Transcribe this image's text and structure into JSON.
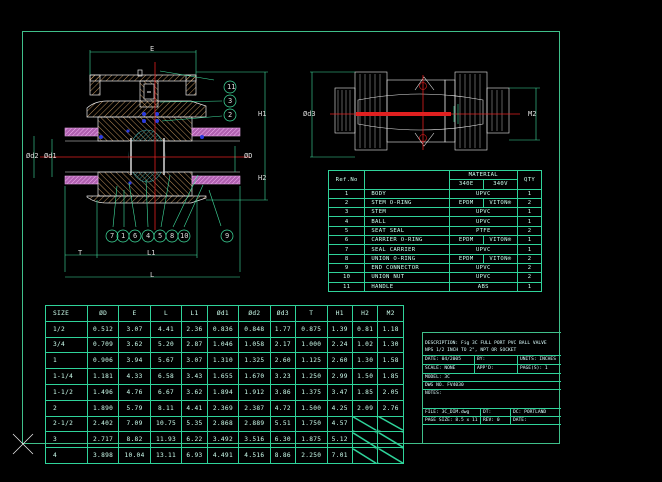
{
  "drawing": {
    "views": {
      "section_view": {
        "dimension_labels": [
          "E",
          "H1",
          "H2",
          "ØD",
          "Ød1",
          "Ød2",
          "T",
          "L1",
          "L"
        ],
        "balloons": [
          "11",
          "3",
          "2",
          "7",
          "1",
          "6",
          "4",
          "5",
          "8",
          "10",
          "9"
        ]
      },
      "top_view": {
        "dimension_labels": [
          "Ød3",
          "M2"
        ]
      }
    },
    "labels": {
      "E": "E",
      "H1": "H1",
      "H2": "H2",
      "D": "ØD",
      "d1": "Ød1",
      "d2": "Ød2",
      "d3": "Ød3",
      "M2": "M2",
      "T": "T",
      "L1": "L1",
      "L": "L"
    },
    "colors": {
      "background": "#000000",
      "frame": "#3fbf8a",
      "table_lines": "#2fd39a",
      "outline": "#e8e8e8",
      "hatch": "#e8b070",
      "centerline": "#e02020",
      "oring": "#2020e0",
      "union": "#d080d0",
      "dimension": "#40e0a0"
    }
  },
  "dimension_table": {
    "headers": [
      "SIZE",
      "ØD",
      "E",
      "L",
      "L1",
      "Ød1",
      "Ød2",
      "Ød3",
      "T",
      "H1",
      "H2",
      "M2"
    ],
    "rows": [
      [
        "1/2",
        "0.512",
        "3.07",
        "4.41",
        "2.36",
        "0.836",
        "0.848",
        "1.77",
        "0.875",
        "1.39",
        "0.81",
        "1.18"
      ],
      [
        "3/4",
        "0.709",
        "3.62",
        "5.20",
        "2.87",
        "1.046",
        "1.058",
        "2.17",
        "1.000",
        "2.24",
        "1.02",
        "1.30"
      ],
      [
        "1",
        "0.906",
        "3.94",
        "5.67",
        "3.07",
        "1.310",
        "1.325",
        "2.60",
        "1.125",
        "2.60",
        "1.30",
        "1.58"
      ],
      [
        "1-1/4",
        "1.181",
        "4.33",
        "6.58",
        "3.43",
        "1.655",
        "1.670",
        "3.23",
        "1.250",
        "2.99",
        "1.50",
        "1.85"
      ],
      [
        "1-1/2",
        "1.496",
        "4.76",
        "6.67",
        "3.62",
        "1.894",
        "1.912",
        "3.86",
        "1.375",
        "3.47",
        "1.85",
        "2.05"
      ],
      [
        "2",
        "1.890",
        "5.79",
        "8.11",
        "4.41",
        "2.369",
        "2.387",
        "4.72",
        "1.500",
        "4.25",
        "2.09",
        "2.76"
      ],
      [
        "2-1/2",
        "2.402",
        "7.09",
        "10.75",
        "5.35",
        "2.868",
        "2.889",
        "5.51",
        "1.750",
        "4.57",
        "",
        ""
      ],
      [
        "3",
        "2.717",
        "8.82",
        "11.93",
        "6.22",
        "3.492",
        "3.516",
        "6.30",
        "1.875",
        "5.12",
        "",
        ""
      ],
      [
        "4",
        "3.898",
        "10.04",
        "13.11",
        "6.93",
        "4.491",
        "4.516",
        "8.86",
        "2.250",
        "7.01",
        "",
        ""
      ]
    ]
  },
  "parts_table": {
    "headers": {
      "ref": "Ref.No",
      "material": "MATERIAL",
      "mat_a": "340E",
      "mat_b": "340V",
      "qty": "QTY"
    },
    "rows": [
      {
        "ref": "1",
        "desc": "BODY",
        "material": "UPVC",
        "mat_a": "",
        "mat_b": "",
        "qty": "1"
      },
      {
        "ref": "2",
        "desc": "STEM O-RING",
        "material": "",
        "mat_a": "EPDM",
        "mat_b": "VITON®",
        "qty": "2"
      },
      {
        "ref": "3",
        "desc": "STEM",
        "material": "UPVC",
        "mat_a": "",
        "mat_b": "",
        "qty": "1"
      },
      {
        "ref": "4",
        "desc": "BALL",
        "material": "UPVC",
        "mat_a": "",
        "mat_b": "",
        "qty": "1"
      },
      {
        "ref": "5",
        "desc": "SEAT SEAL",
        "material": "PTFE",
        "mat_a": "",
        "mat_b": "",
        "qty": "2"
      },
      {
        "ref": "6",
        "desc": "CARRIER O-RING",
        "material": "",
        "mat_a": "EPDM",
        "mat_b": "VITON®",
        "qty": "1"
      },
      {
        "ref": "7",
        "desc": "SEAL CARRIER",
        "material": "UPVC",
        "mat_a": "",
        "mat_b": "",
        "qty": "1"
      },
      {
        "ref": "8",
        "desc": "UNION O-RING",
        "material": "",
        "mat_a": "EPDM",
        "mat_b": "VITON®",
        "qty": "2"
      },
      {
        "ref": "9",
        "desc": "END CONNECTOR",
        "material": "UPVC",
        "mat_a": "",
        "mat_b": "",
        "qty": "2"
      },
      {
        "ref": "10",
        "desc": "UNION NUT",
        "material": "UPVC",
        "mat_a": "",
        "mat_b": "",
        "qty": "2"
      },
      {
        "ref": "11",
        "desc": "HANDLE",
        "material": "ABS",
        "mat_a": "",
        "mat_b": "",
        "qty": "1"
      }
    ]
  },
  "title_block": {
    "description_line1": "DESCRIPTION: Fig 3C FULL PORT PVC BALL VALVE",
    "description_line2": "NPS 1/2 INCH TO 2\", NPT OR SOCKET",
    "date": "DATE: 04/2005",
    "by": "BY:",
    "units": "UNITS: INCHES",
    "scale": "SCALE: NONE",
    "appd": "APP'D:",
    "pages": "PAGE(S): 1",
    "model": "MODEL: 3C",
    "drawing_no": "DWG NO. FV4030",
    "notes": "NOTES:",
    "file": "FILE: 3C_DIM.dwg",
    "dt": "DT:",
    "location": "DC: PORTLAND",
    "size": "PAGE SIZE: 8.5 x 11",
    "rev": "REV: 0",
    "rev_date": "DATE:"
  }
}
